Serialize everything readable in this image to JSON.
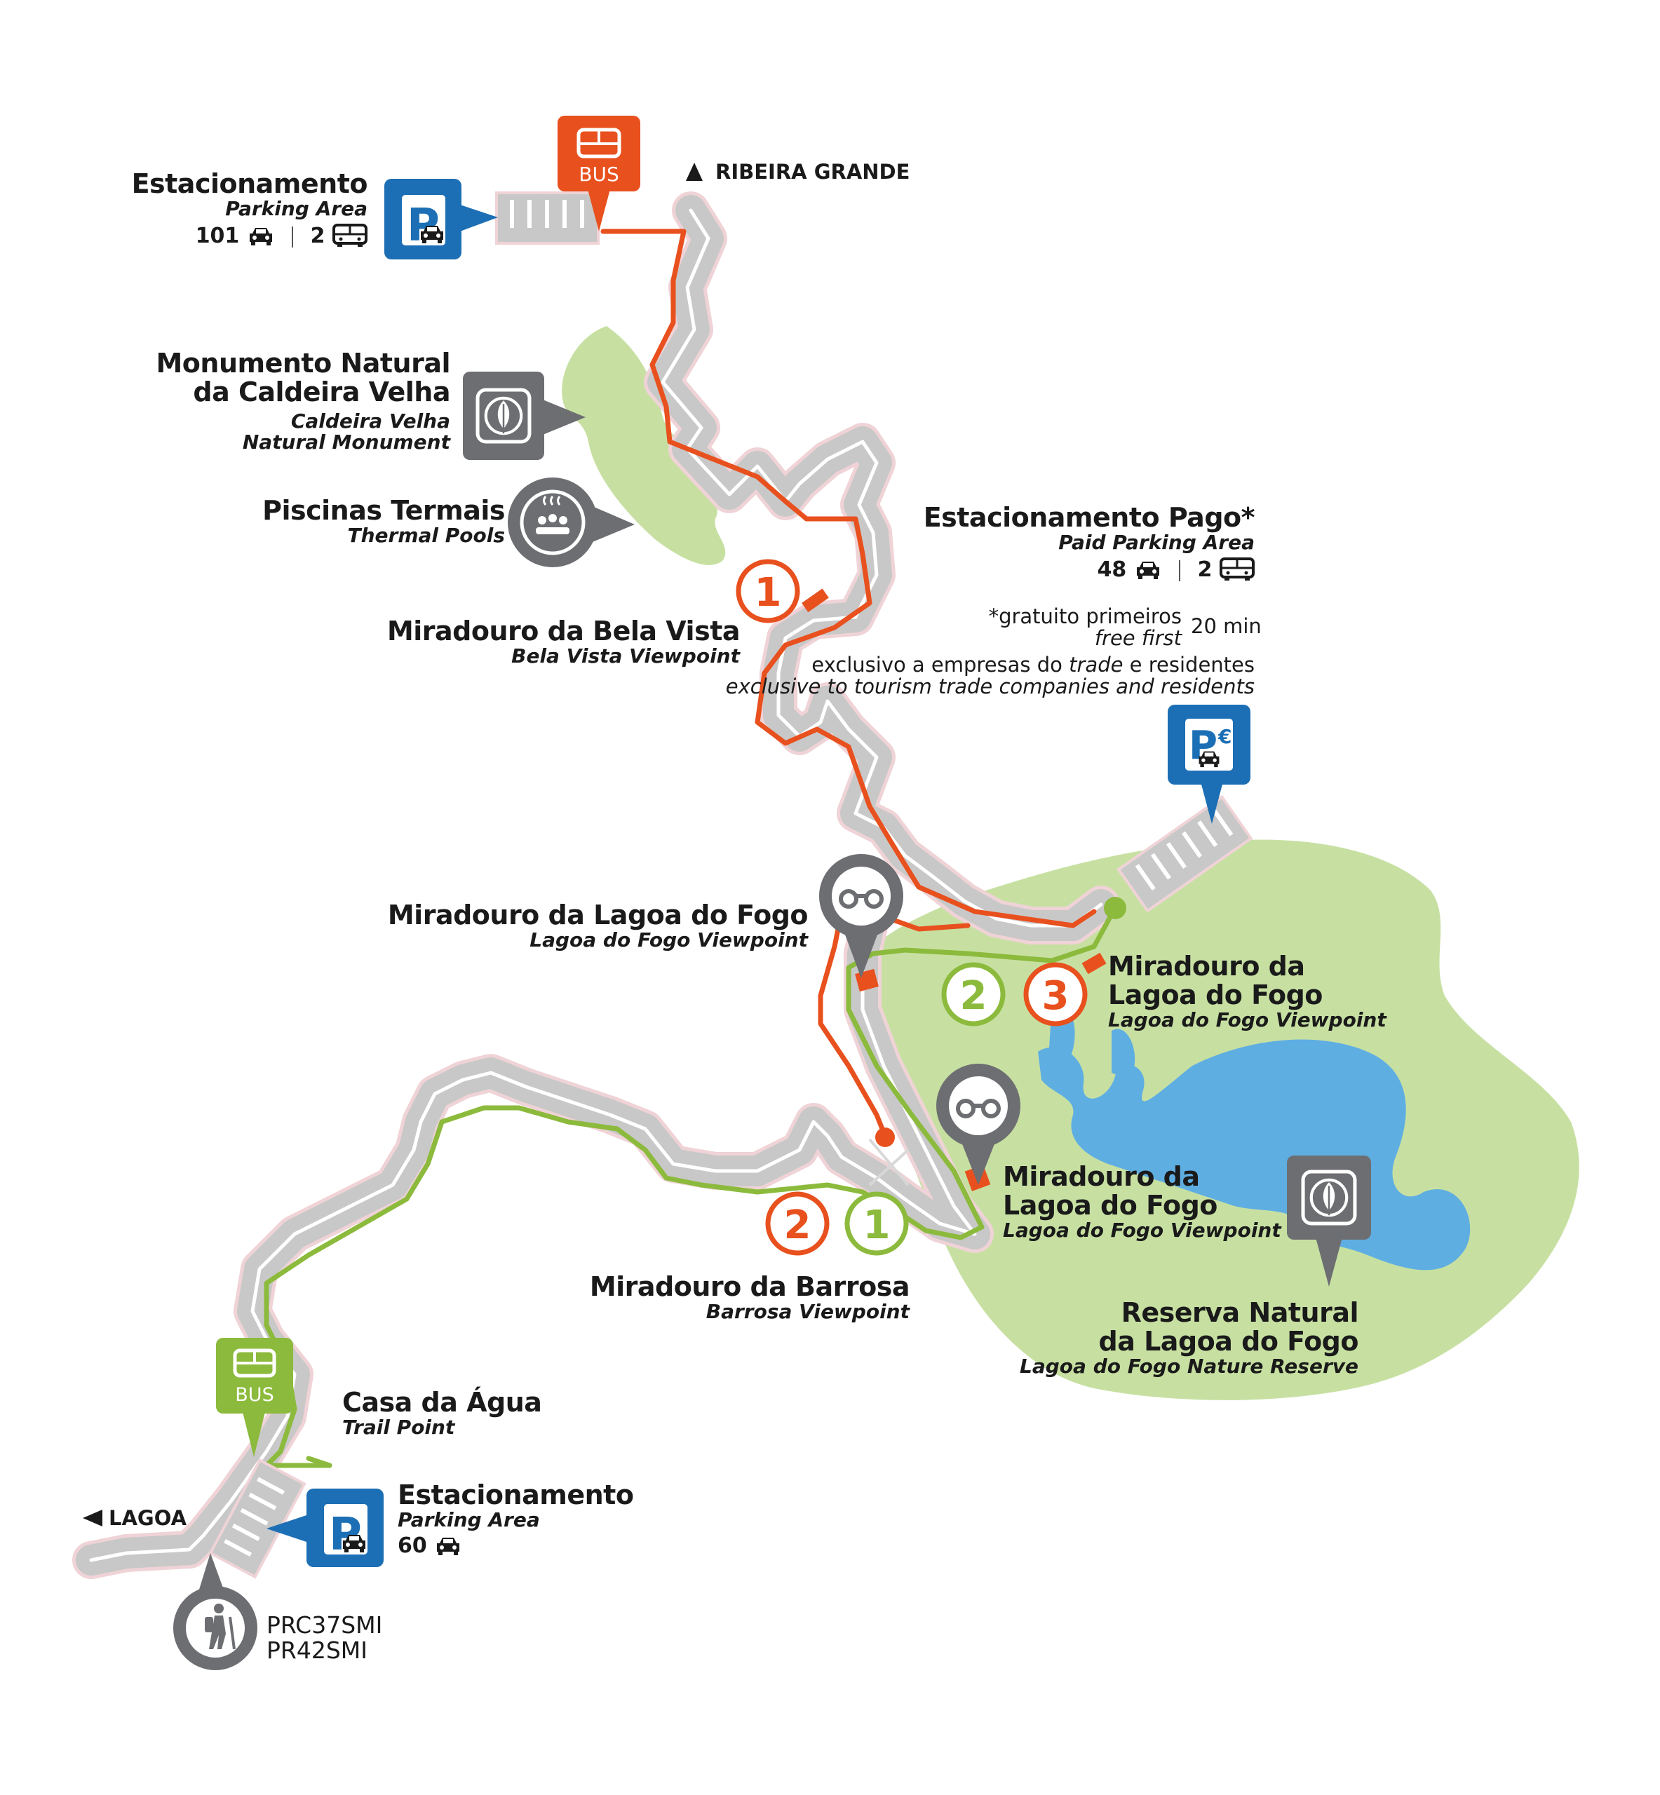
{
  "directions": {
    "north": "RIBEIRA GRANDE",
    "west": "LAGOA"
  },
  "parking_top": {
    "title": "Estacionamento",
    "subtitle": "Parking Area",
    "cars": "101",
    "buses": "2",
    "icon": "parking-icon"
  },
  "bus_top": {
    "label": "BUS",
    "icon": "bus-icon"
  },
  "caldeira": {
    "title_1": "Monumento Natural",
    "title_2": "da Caldeira Velha",
    "subtitle_1": "Caldeira Velha",
    "subtitle_2": "Natural Monument",
    "icon": "nature-reserve-icon"
  },
  "pools": {
    "title": "Piscinas Termais",
    "subtitle": "Thermal Pools",
    "icon": "thermal-pools-icon"
  },
  "paid_parking": {
    "title": "Estacionamento Pago*",
    "subtitle": "Paid Parking Area",
    "cars": "48",
    "buses": "2",
    "free_pt": "*gratuito primeiros",
    "free_en": "free first",
    "free_time": "20 min",
    "excl_pt_1": "exclusivo a empresas do ",
    "excl_pt_em": "trade",
    "excl_pt_2": " e residentes",
    "excl_en": "exclusive to tourism trade companies and residents",
    "icon": "paid-parking-icon",
    "euro": "€"
  },
  "bela_vista": {
    "title": "Miradouro da Bela Vista",
    "subtitle": "Bela Vista Viewpoint",
    "number": "1"
  },
  "lagoa_view_left": {
    "title": "Miradouro da Lagoa do Fogo",
    "subtitle": "Lagoa do Fogo Viewpoint",
    "icon": "binoculars-icon"
  },
  "lagoa_view_right": {
    "title_1": "Miradouro da",
    "title_2": "Lagoa do Fogo",
    "subtitle": "Lagoa do Fogo Viewpoint",
    "num_green": "2",
    "num_orange": "3"
  },
  "lagoa_view_lower": {
    "title_1": "Miradouro da",
    "title_2": "Lagoa do Fogo",
    "subtitle": "Lagoa do Fogo Viewpoint",
    "icon": "binoculars-icon"
  },
  "barrosa": {
    "title": "Miradouro da Barrosa",
    "subtitle": "Barrosa Viewpoint",
    "num_orange": "2",
    "num_green": "1"
  },
  "reserve": {
    "title_1": "Reserva Natural",
    "title_2": "da Lagoa do Fogo",
    "subtitle": "Lagoa do Fogo Nature Reserve",
    "icon": "nature-reserve-icon"
  },
  "casa_agua": {
    "title": "Casa da Água",
    "subtitle": "Trail Point"
  },
  "bus_bottom": {
    "label": "BUS",
    "icon": "bus-icon"
  },
  "parking_bottom": {
    "title": "Estacionamento",
    "subtitle": "Parking Area",
    "cars": "60",
    "icon": "parking-icon"
  },
  "trails": {
    "code_1": "PRC37SMI",
    "code_2": "PR42SMI",
    "icon": "hiker-icon"
  },
  "colors": {
    "orange": "#e8501e",
    "green": "#8cba3c",
    "blue": "#1c6fb5",
    "grey": "#6d6e71",
    "road": "#c8c8c8",
    "lake": "#5faee2",
    "land": "#c7e0a2"
  }
}
